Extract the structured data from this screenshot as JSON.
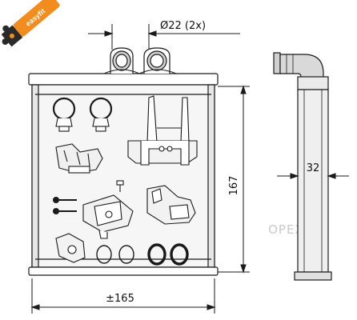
{
  "logo": {
    "brand_text": "easyfit",
    "colors": {
      "orange": "#f28c1e",
      "dark": "#2a2a2a"
    },
    "icon": "puzzle-piece-icon"
  },
  "dimensions": {
    "pipe_diameter": "Ø22 (2x)",
    "height": "167",
    "width": "±165",
    "depth": "32"
  },
  "watermark": "OPEX.RU",
  "colors": {
    "line": "#1a1a1a",
    "pipe_shade": "#bdbdbd",
    "core_grey": "#e6e6e6"
  }
}
